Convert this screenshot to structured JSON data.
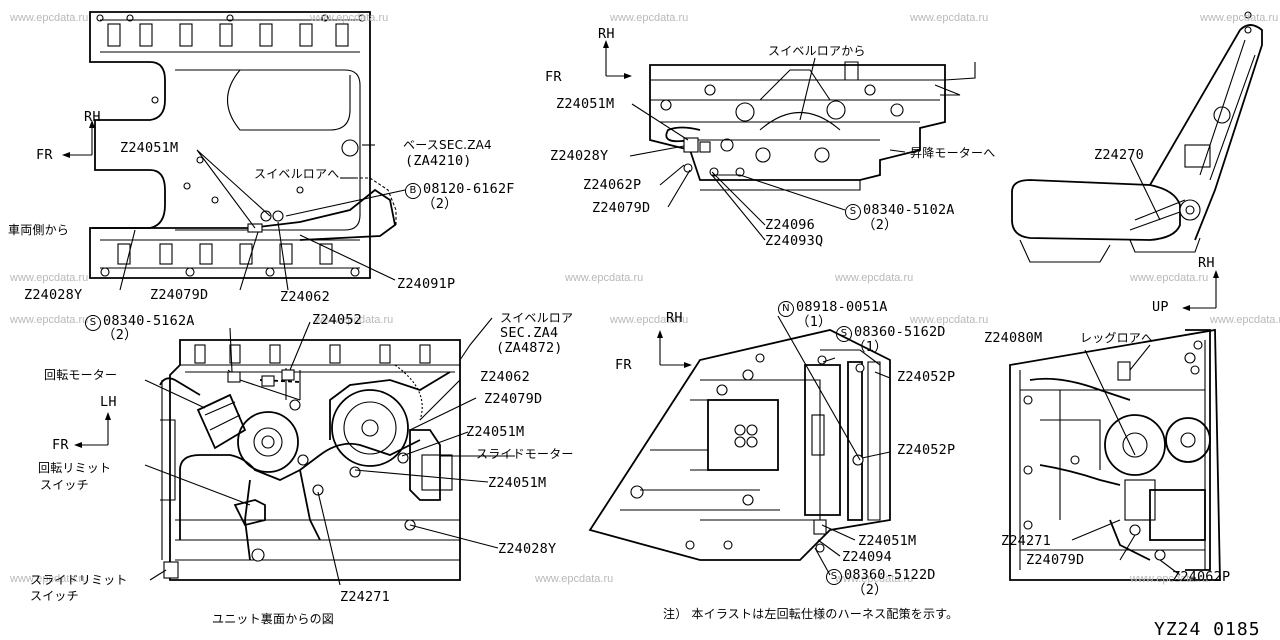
{
  "watermark": "www.epcdata.ru",
  "diagram_code": "YZ24 0185",
  "note": "注） 本イラストは左回転仕様のハーネス配策を示す。",
  "view_caption": "ユニット裏面からの図",
  "directions": {
    "rh": "RH",
    "fr": "FR",
    "lh": "LH",
    "up": "UP"
  },
  "parts": {
    "z24051m": "Z24051M",
    "z24028y": "Z24028Y",
    "z24079d": "Z24079D",
    "z24062": "Z24062",
    "z24062p": "Z24062P",
    "z24091p": "Z24091P",
    "z24052": "Z24052",
    "z24052p": "Z24052P",
    "z24096": "Z24096",
    "z24093q": "Z24093Q",
    "z24270": "Z24270",
    "z24080m": "Z24080M",
    "z24271": "Z24271",
    "z24094": "Z24094"
  },
  "bolts": {
    "b08120": {
      "mark": "B",
      "code": "08120-6162F",
      "qty": "（2）"
    },
    "s08340_5162a": {
      "mark": "S",
      "code": "08340-5162A",
      "qty": "（2）"
    },
    "s08340_5102a": {
      "mark": "S",
      "code": "08340-5102A",
      "qty": "（2）"
    },
    "n08918": {
      "mark": "N",
      "code": "08918-0051A",
      "qty": "（1）"
    },
    "s08360_5162d": {
      "mark": "S",
      "code": "08360-5162D",
      "qty": "（1）"
    },
    "s08360_5122d": {
      "mark": "S",
      "code": "08360-5122D",
      "qty": "（2）"
    }
  },
  "labels": {
    "base_sec": "ベースSEC.ZA4",
    "base_sec_code": "(ZA4210)",
    "swivel_lower_to": "スイベルロアへ",
    "from_vehicle_side": "車両側から",
    "from_swivel_lower": "スイベルロアから",
    "to_lift_motor": "昇降モーターへ",
    "swivel_lower": "スイベルロア",
    "swivel_sec": "SEC.ZA4",
    "swivel_sec_code": "(ZA4872)",
    "rotation_motor": "回転モーター",
    "rotation_limit_switch": "回転リミット",
    "switch": "スイッチ",
    "slide_motor": "スライドモーター",
    "slide_limit_switch": "スライドリミット",
    "to_leg_lower": "レッグロアへ"
  }
}
